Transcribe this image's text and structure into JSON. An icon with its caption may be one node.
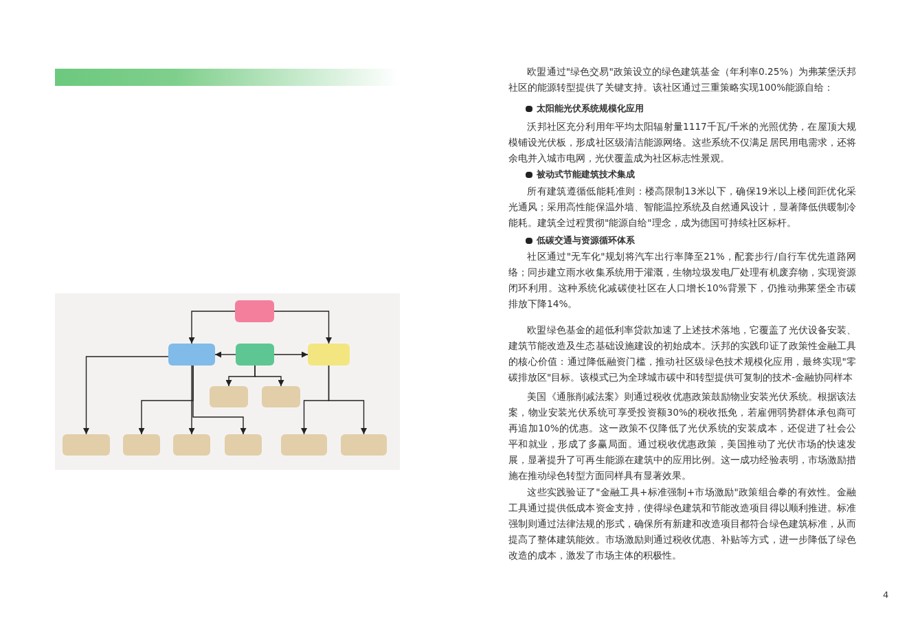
{
  "diagram": {
    "nodes": [
      {
        "text": [],
        "shape": "box"
      },
      {
        "text": [],
        "shape": "box"
      },
      {
        "text": [],
        "shape": "box"
      },
      {
        "text": [],
        "shape": "box"
      },
      {
        "text": [],
        "shape": "box"
      },
      {
        "text": [],
        "shape": "box"
      },
      {
        "text": [],
        "shape": "box"
      },
      {
        "text": [],
        "shape": "box"
      },
      {
        "text": [],
        "shape": "box"
      },
      {
        "text": [],
        "shape": "box"
      },
      {
        "text": [],
        "shape": "box"
      },
      {
        "text": [],
        "shape": "box"
      }
    ],
    "edges": [
      {
        "from": 0,
        "to": 1,
        "arrow": "to"
      },
      {
        "from": 0,
        "to": 3,
        "arrow": "to"
      },
      {
        "from": 2,
        "to": 1,
        "arrow": "to"
      },
      {
        "from": 2,
        "to": 3,
        "arrow": "to"
      },
      {
        "from": 2,
        "to": 4,
        "arrow": "to"
      },
      {
        "from": 2,
        "to": 5,
        "arrow": "to"
      },
      {
        "from": 1,
        "to": 6,
        "arrow": "to"
      },
      {
        "from": 1,
        "to": 7,
        "arrow": "to"
      },
      {
        "from": 1,
        "to": 8,
        "arrow": "to"
      },
      {
        "from": 1,
        "to": 9,
        "arrow": "to"
      },
      {
        "from": 3,
        "to": 10,
        "arrow": "to"
      },
      {
        "from": 3,
        "to": 11,
        "arrow": "to"
      }
    ],
    "labels": [
      "欧盟通过\"绿色交易\"政策设立的绿色建筑基金（年利率0.25%）为弗莱堡沃邦社区的能源转型提供了关键支持。该社区通过三重策略实现100%能源自给：",
      "太阳能光伏系统规模化应用",
      "沃邦社区充分利用年平均太阳辐射量1117千瓦/千米的光照优势，在屋顶大规模铺设光伏板，形成社区级清洁能源网络。这些系统不仅满足居民用电需求，还将余电并入城市电网，光伏覆盖成为社区标志性景观。",
      "被动式节能建筑技术集成",
      "所有建筑遵循低能耗准则：楼高限制13米以下，确保19米以上楼间距优化采光通风；采用高性能保温外墙、智能温控系统及自然通风设计，显著降低供暖制冷能耗。建筑全过程贯彻\"能源自给\"理念，成为德国可持续社区标杆。",
      "低碳交通与资源循环体系",
      "社区通过\"无车化\"规划将汽车出行率降至21%，配套步行/自行车优先道路网络；同步建立雨水收集系统用于灌溉，生物垃圾发电厂处理有机废弃物，实现资源闭环利用。这种系统化减碳使社区在人口增长10%背景下，仍推动弗莱堡全市碳排放下降14%。",
      "欧盟绿色基金的超低利率贷款加速了上述技术落地，它覆盖了光伏设备安装、建筑节能改造及生态基础设施建设的初始成本。沃邦的实践印证了政策性金融工具的核心价值：通过降低融资门槛，推动社区级绿色技术规模化应用，最终实现\"零碳排放区\"目标。该模式已为全球城市碳中和转型提供可复制的技术-金融协同样本",
      "美国《通胀削减法案》则通过税收优惠政策鼓励物业安装光伏系统。根据该法案，物业安装光伏系统可享受投资额30%的税收抵免，若雇佣弱势群体承包商可再追加10%的优惠。这一政策不仅降低了光伏系统的安装成本，还促进了社会公平和就业，形成了多赢局面。通过税收优惠政策，美国推动了光伏市场的快速发展，显著提升了可再生能源在建筑中的应用比例。这一成功经验表明，市场激励措施在推动绿色转型方面同样具有显著效果。",
      "这些实践验证了\"金融工具+标准强制+市场激励\"政策组合拳的有效性。金融工具通过提供低成本资金支持，使得绿色建筑和节能改造项目得以顺利推进。标准强制则通过法律法规的形式，确保所有新建和改造项目都符合绿色建筑标准，从而提高了整体建筑能效。市场激励则通过税收优惠、补贴等方式，进一步降低了绿色改造的成本，激发了市场主体的积极性。",
      "4"
    ]
  }
}
